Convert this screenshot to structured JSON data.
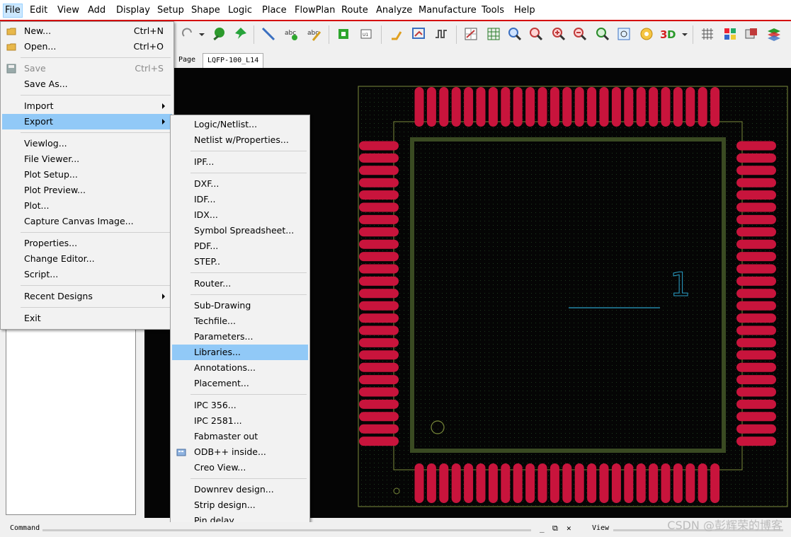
{
  "menubar": {
    "items": [
      "File",
      "Edit",
      "View",
      "Add",
      "Display",
      "Setup",
      "Shape",
      "Logic",
      "Place",
      "FlowPlan",
      "Route",
      "Analyze",
      "Manufacture",
      "Tools",
      "Help"
    ],
    "active": "File"
  },
  "tabs": {
    "page": "Page",
    "design": "LQFP-100_L14"
  },
  "file_menu": {
    "items": [
      {
        "label": "New...",
        "shortcut": "Ctrl+N",
        "icon": "folder-new-icon"
      },
      {
        "label": "Open...",
        "shortcut": "Ctrl+O",
        "icon": "folder-open-icon"
      },
      {
        "label": "Save",
        "shortcut": "Ctrl+S",
        "icon": "save-icon",
        "disabled": true
      },
      {
        "label": "Save As...",
        "shortcut": ""
      },
      {
        "label": "Import",
        "submenu": true
      },
      {
        "label": "Export",
        "submenu": true,
        "highlighted": true
      },
      {
        "label": "Viewlog..."
      },
      {
        "label": "File Viewer..."
      },
      {
        "label": "Plot Setup..."
      },
      {
        "label": "Plot Preview..."
      },
      {
        "label": "Plot..."
      },
      {
        "label": "Capture Canvas Image..."
      },
      {
        "label": "Properties..."
      },
      {
        "label": "Change Editor..."
      },
      {
        "label": "Script..."
      },
      {
        "label": "Recent Designs",
        "submenu": true
      },
      {
        "label": "Exit"
      }
    ]
  },
  "export_menu": {
    "items": [
      {
        "label": "Logic/Netlist..."
      },
      {
        "label": "Netlist w/Properties..."
      },
      {
        "label": "IPF..."
      },
      {
        "label": "DXF..."
      },
      {
        "label": "IDF..."
      },
      {
        "label": "IDX..."
      },
      {
        "label": "Symbol Spreadsheet..."
      },
      {
        "label": "PDF..."
      },
      {
        "label": "STEP.."
      },
      {
        "label": "Router..."
      },
      {
        "label": "Sub-Drawing"
      },
      {
        "label": "Techfile..."
      },
      {
        "label": "Parameters..."
      },
      {
        "label": "Libraries...",
        "highlighted": true
      },
      {
        "label": "Annotations..."
      },
      {
        "label": "Placement..."
      },
      {
        "label": "IPC 356..."
      },
      {
        "label": "IPC 2581..."
      },
      {
        "label": "Fabmaster out"
      },
      {
        "label": "ODB++ inside...",
        "icon": "odb-icon"
      },
      {
        "label": "Creo View..."
      },
      {
        "label": "Downrev design..."
      },
      {
        "label": "Strip design..."
      },
      {
        "label": "Pin delay..."
      }
    ]
  },
  "canvas": {
    "pin1_label": "1",
    "pad_color": "#c8143c",
    "outline_color": "#3a4a22",
    "silk_color": "#7a8a3a",
    "ref_color": "#2aa0c8"
  },
  "statusbar": {
    "command": "Command",
    "view": "View"
  },
  "watermark": "CSDN @彭辉荣的博客"
}
